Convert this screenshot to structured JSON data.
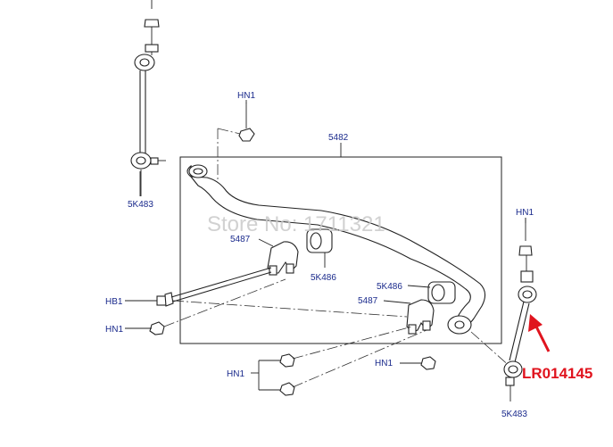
{
  "labels": {
    "hn1_top": "HN1",
    "bar": "5482",
    "link_left": "5K483",
    "bracket_upper": "5487",
    "bush_upper": "5K486",
    "hb1": "HB1",
    "hn1_left": "HN1",
    "bush_lower": "5K486",
    "bracket_lower": "5487",
    "hn1_right_top": "HN1",
    "hn1_bottom_left": "HN1",
    "hn1_bottom_mid": "HN1",
    "link_right": "5K483"
  },
  "watermark": "Store No: 1711321",
  "callout": {
    "part_number": "LR014145",
    "color": "#e0141e"
  }
}
